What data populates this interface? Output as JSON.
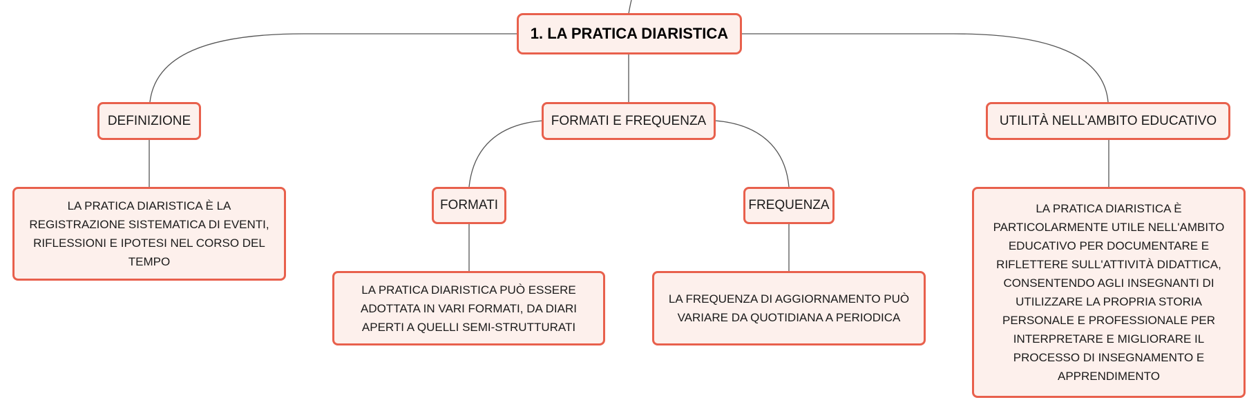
{
  "theme": {
    "node_fill": "#fdf0ec",
    "node_border": "#e8604c",
    "connector": "#555555"
  },
  "root": {
    "label": "1. LA PRATICA DIARISTICA"
  },
  "branches": [
    {
      "label": "DEFINIZIONE",
      "leaf": "LA PRATICA DIARISTICA È LA REGISTRAZIONE SISTEMATICA DI EVENTI, RIFLESSIONI E IPOTESI NEL CORSO DEL TEMPO"
    },
    {
      "label": "FORMATI E FREQUENZA",
      "children": [
        {
          "label": "FORMATI",
          "leaf": "LA PRATICA DIARISTICA PUÒ ESSERE ADOTTATA IN VARI FORMATI, DA DIARI APERTI A QUELLI SEMI-STRUTTURATI"
        },
        {
          "label": "FREQUENZA",
          "leaf": "LA FREQUENZA DI AGGIORNAMENTO PUÒ VARIARE DA QUOTIDIANA A PERIODICA"
        }
      ]
    },
    {
      "label": "UTILITÀ NELL'AMBITO EDUCATIVO",
      "leaf": "LA PRATICA DIARISTICA È PARTICOLARMENTE UTILE NELL'AMBITO EDUCATIVO PER DOCUMENTARE E RIFLETTERE SULL'ATTIVITÀ DIDATTICA, CONSENTENDO AGLI INSEGNANTI DI UTILIZZARE LA PROPRIA STORIA PERSONALE E PROFESSIONALE PER INTERPRETARE E MIGLIORARE IL PROCESSO DI INSEGNAMENTO E APPRENDIMENTO"
    }
  ]
}
